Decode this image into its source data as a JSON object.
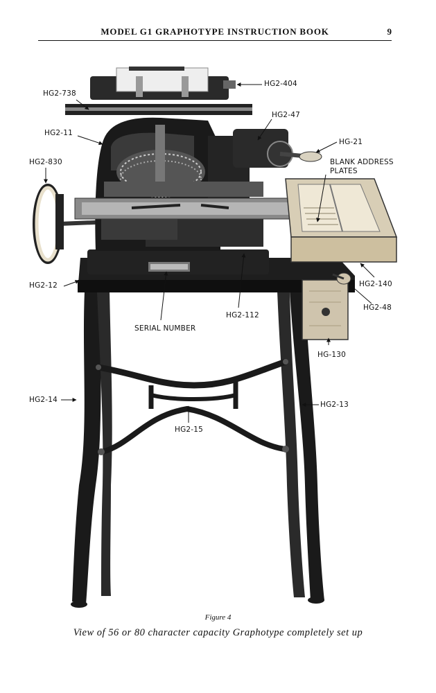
{
  "header": {
    "title": "MODEL G1 GRAPHOTYPE INSTRUCTION BOOK",
    "page_number": "9"
  },
  "callouts": {
    "hg2_738": "HG2-738",
    "hg2_404": "HG2-404",
    "hg2_47": "HG2-47",
    "hg2_11": "HG2-11",
    "hg_21": "HG-21",
    "hg2_830": "HG2-830",
    "blank_address_1": "BLANK ADDRESS",
    "blank_address_2": "PLATES",
    "hg2_140": "HG2-140",
    "hg2_48": "HG2-48",
    "hg2_12": "HG2-12",
    "hg2_112": "HG2-112",
    "serial_number": "SERIAL NUMBER",
    "hg_130": "HG-130",
    "hg2_14": "HG2-14",
    "hg2_13": "HG2-13",
    "hg2_15": "HG2-15"
  },
  "caption": {
    "label": "Figure 4",
    "text": "View of 56 or 80 character capacity Graphotype completely set up"
  }
}
